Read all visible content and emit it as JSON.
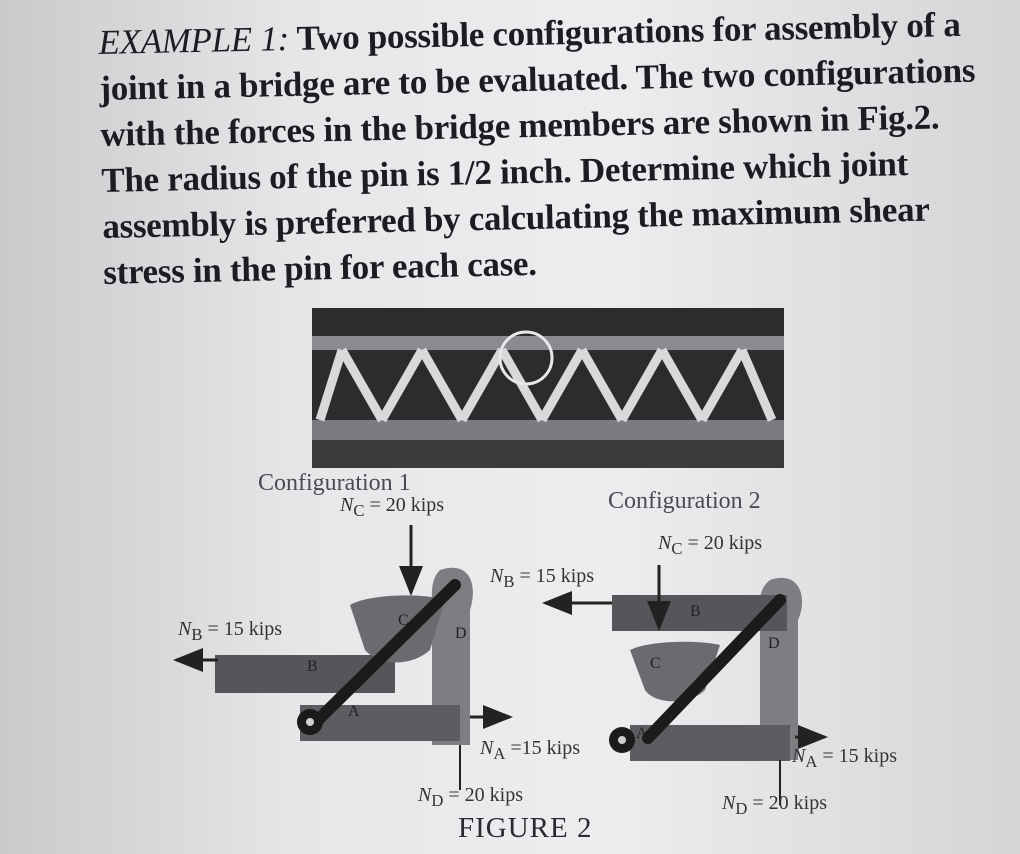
{
  "problem": {
    "lead": "EXAMPLE 1:",
    "line1": "Two possible configurations for assembly of a",
    "line2": "joint in a bridge are to be evaluated. The two configurations",
    "line3": "with the forces in the bridge members are shown in Fig.2.",
    "line4": "The radius of the pin is 1/2  inch. Determine which joint",
    "line5": "assembly is preferred by calculating the maximum shear",
    "line6": "stress in the pin for each case."
  },
  "figure": {
    "config1": {
      "title": "Configuration 1",
      "nc": "N",
      "nc_sub": "C",
      "nc_val": " = 20 kips",
      "nb": "N",
      "nb_sub": "B",
      "nb_val": " = 15 kips",
      "na": "N",
      "na_sub": "A",
      "na_val": " =15 kips",
      "nd": "N",
      "nd_sub": "D",
      "nd_val": " = 20 kips",
      "labels": [
        "A",
        "B",
        "C",
        "D"
      ]
    },
    "config2": {
      "title": "Configuration 2",
      "nc": "N",
      "nc_sub": "C",
      "nc_val": " = 20 kips",
      "nb": "N",
      "nb_sub": "B",
      "nb_val": " = 15 kips",
      "na": "N",
      "na_sub": "A",
      "na_val": " = 15 kips",
      "nd": "N",
      "nd_sub": "D",
      "nd_val": " = 20 kips",
      "labels": [
        "A",
        "B",
        "C",
        "D"
      ]
    },
    "caption": "FIGURE 2",
    "colors": {
      "member": "#6b6c70",
      "member_dark": "#3e3f43",
      "pin": "#1a1a1a"
    }
  }
}
